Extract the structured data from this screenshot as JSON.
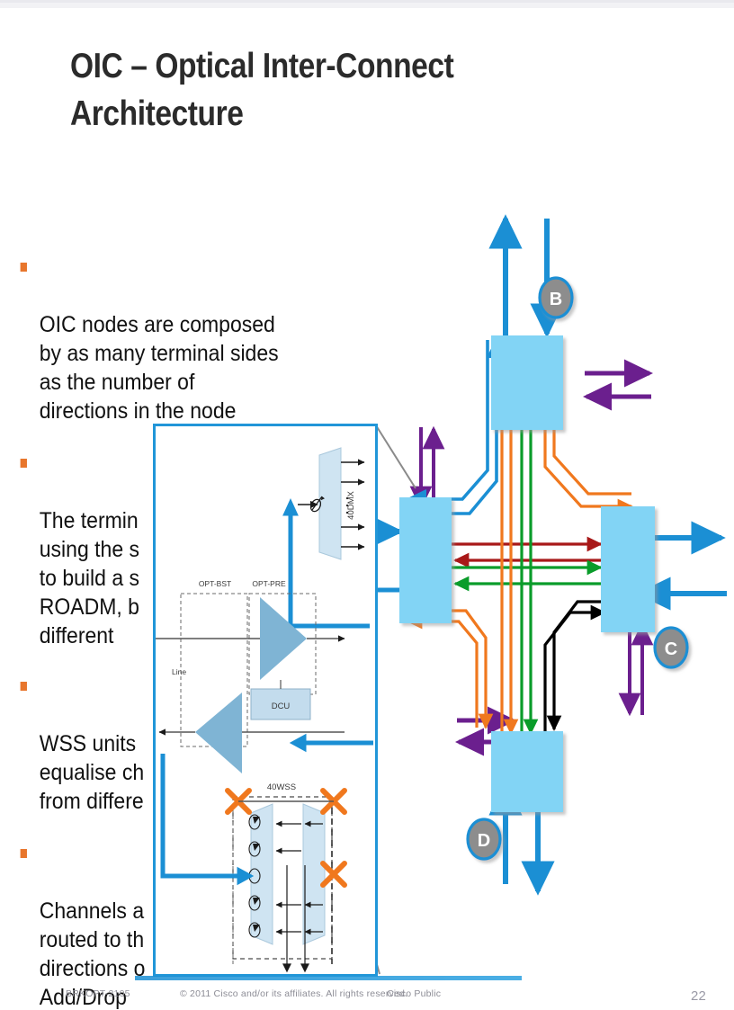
{
  "slide": {
    "title": "OIC – Optical Inter-Connect\nArchitecture",
    "page_number": "22"
  },
  "bullets": [
    {
      "text": "OIC nodes are composed\nby as many terminal sides\nas the number of\ndirections in the node"
    },
    {
      "text": "The termin\nusing the s\nto build a s\nROADM, b\ndifferent"
    },
    {
      "text": "WSS units\nequalise ch\nfrom differe"
    },
    {
      "text": "Channels a\nrouted to th\ndirections o\nAdd/Drop"
    }
  ],
  "network_diagram": {
    "nodes": [
      {
        "id": "B",
        "label": "B"
      },
      {
        "id": "C",
        "label": "C"
      },
      {
        "id": "D",
        "label": "D"
      }
    ],
    "colors": {
      "node_fill": "#82d4f5",
      "node_circle_fill": "#8d8d8d",
      "node_circle_stroke": "#1b8fd4",
      "blue_arrow": "#1b8fd4",
      "purple_arrow": "#6b1f8e",
      "orange_path": "#f0781e",
      "green_path": "#0a9c2a",
      "red_path": "#a81818",
      "black_path": "#000000"
    }
  },
  "inset_diagram": {
    "labels": {
      "dmx": "40DMX",
      "opt_bst": "OPT-BST",
      "opt_pre": "OPT-PRE",
      "line": "Line",
      "dcu": "DCU",
      "wss": "40WSS"
    },
    "colors": {
      "border": "#2196d8",
      "amp_fill": "#7fb4d4",
      "block_fill": "#c3dced",
      "cross": "#f0781e",
      "fiber": "#1b8fd4"
    }
  },
  "footer": {
    "code": "BRKOPT-2105",
    "copyright": "© 2011 Cisco and/or its affiliates. All rights reserved.",
    "public": "Cisco Public"
  }
}
